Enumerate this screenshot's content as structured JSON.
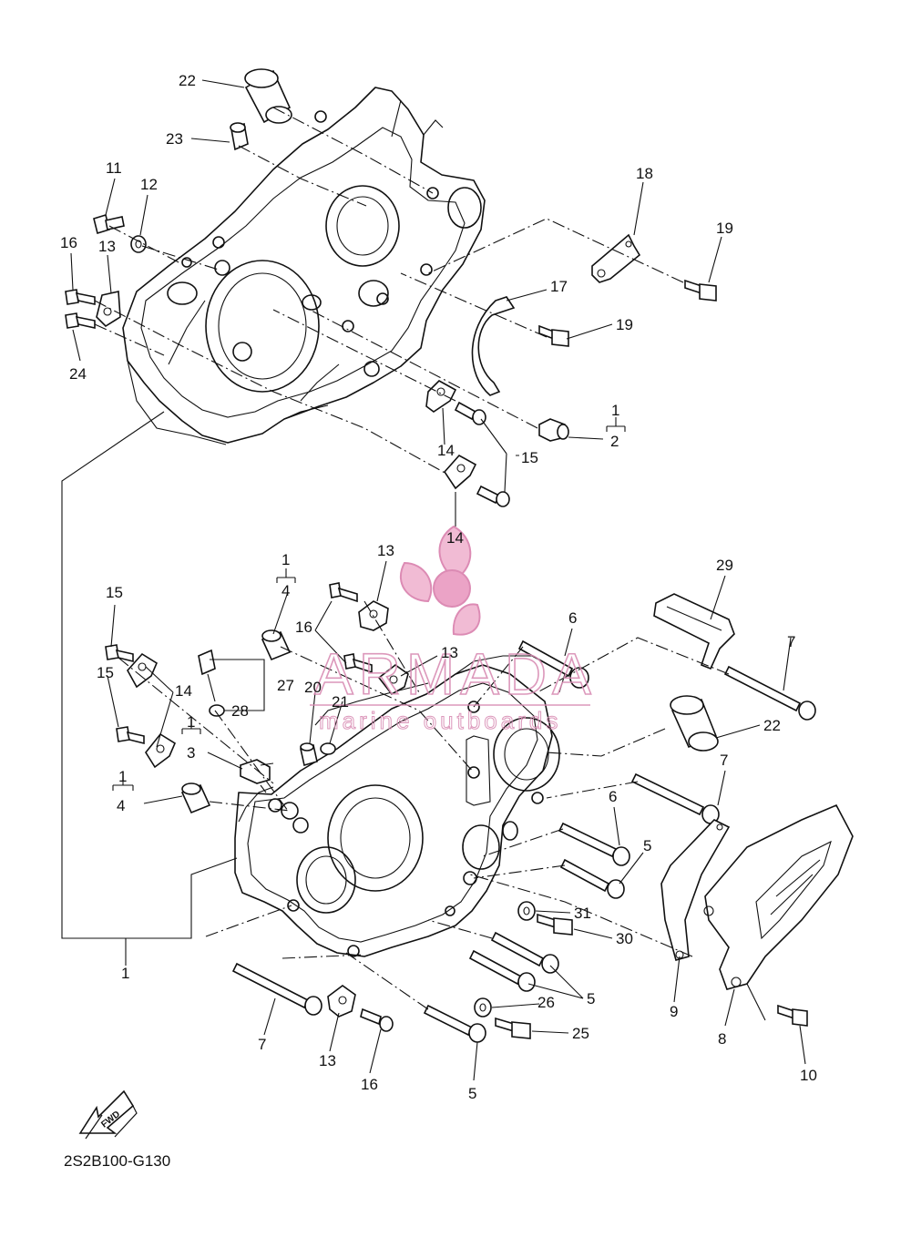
{
  "diagram_code": "2S2B100-G130",
  "fwd_label": "FWD",
  "watermark": {
    "brand": "ARMADA",
    "tagline": "marine outboards",
    "color": "#e9a6c5"
  },
  "callouts": [
    {
      "id": "c22a",
      "text": "22"
    },
    {
      "id": "c23",
      "text": "23"
    },
    {
      "id": "c11",
      "text": "11"
    },
    {
      "id": "c12",
      "text": "12"
    },
    {
      "id": "c16a",
      "text": "16"
    },
    {
      "id": "c13a",
      "text": "13"
    },
    {
      "id": "c24",
      "text": "24"
    },
    {
      "id": "c18",
      "text": "18"
    },
    {
      "id": "c19a",
      "text": "19"
    },
    {
      "id": "c17",
      "text": "17"
    },
    {
      "id": "c19b",
      "text": "19"
    },
    {
      "id": "c1a",
      "text": "1"
    },
    {
      "id": "c2",
      "text": "2"
    },
    {
      "id": "c14a",
      "text": "14"
    },
    {
      "id": "c15a",
      "text": "15"
    },
    {
      "id": "c14b",
      "text": "14"
    },
    {
      "id": "c13b",
      "text": "13"
    },
    {
      "id": "c1b",
      "text": "1"
    },
    {
      "id": "c4a",
      "text": "4"
    },
    {
      "id": "c29",
      "text": "29"
    },
    {
      "id": "c15b",
      "text": "15"
    },
    {
      "id": "c16b",
      "text": "16"
    },
    {
      "id": "c6a",
      "text": "6"
    },
    {
      "id": "c13c",
      "text": "13"
    },
    {
      "id": "c7a",
      "text": "7"
    },
    {
      "id": "c15c",
      "text": "15"
    },
    {
      "id": "c14c",
      "text": "14"
    },
    {
      "id": "c27",
      "text": "27"
    },
    {
      "id": "c20",
      "text": "20"
    },
    {
      "id": "c21",
      "text": "21"
    },
    {
      "id": "c28",
      "text": "28"
    },
    {
      "id": "c22b",
      "text": "22"
    },
    {
      "id": "c1c",
      "text": "1"
    },
    {
      "id": "c3",
      "text": "3"
    },
    {
      "id": "c7b",
      "text": "7"
    },
    {
      "id": "c1d",
      "text": "1"
    },
    {
      "id": "c4b",
      "text": "4"
    },
    {
      "id": "c6b",
      "text": "6"
    },
    {
      "id": "c5a",
      "text": "5"
    },
    {
      "id": "c31",
      "text": "31"
    },
    {
      "id": "c30",
      "text": "30"
    },
    {
      "id": "c1e",
      "text": "1"
    },
    {
      "id": "c5b",
      "text": "5"
    },
    {
      "id": "c9",
      "text": "9"
    },
    {
      "id": "c26",
      "text": "26"
    },
    {
      "id": "c8",
      "text": "8"
    },
    {
      "id": "c7c",
      "text": "7"
    },
    {
      "id": "c13d",
      "text": "13"
    },
    {
      "id": "c25",
      "text": "25"
    },
    {
      "id": "c16c",
      "text": "16"
    },
    {
      "id": "c5c",
      "text": "5"
    },
    {
      "id": "c10",
      "text": "10"
    }
  ]
}
